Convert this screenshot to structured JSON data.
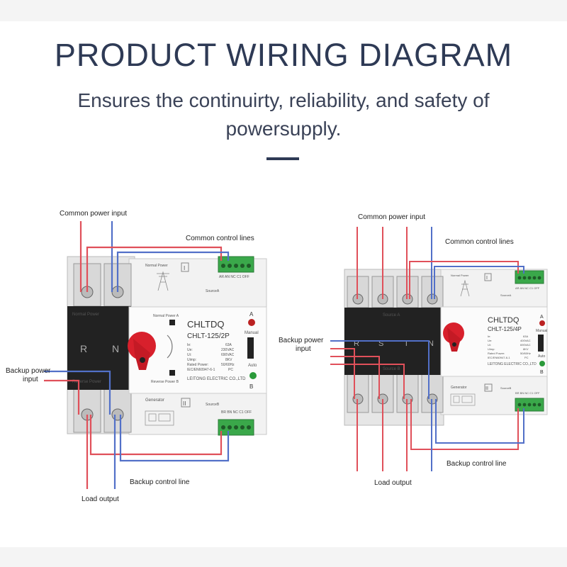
{
  "header": {
    "title": "PRODUCT WIRING DIAGRAM",
    "subtitle": "Ensures the continuirty, reliability, and safety of powersupply."
  },
  "colors": {
    "title": "#2e3a55",
    "red_wire": "#e0505a",
    "blue_wire": "#5270c8",
    "terminal_green": "#3aa84a",
    "body_dark": "#222222",
    "knob": "#d8202c"
  },
  "left_device": {
    "callouts": {
      "common_power_input": "Common power input",
      "common_control_lines": "Common control lines",
      "backup_power_input": "Backup power input",
      "backup_control_line": "Backup control line",
      "load_output": "Load output"
    },
    "panel": {
      "normal_power": "Normal Power",
      "reverse_power": "Reverse Power",
      "pole_r": "R",
      "pole_n": "N",
      "brand": "CHLTDQ",
      "model": "CHLT-125/2P",
      "specs": [
        "Ie:",
        "Ue:",
        "Ui:",
        "Uimp:",
        "Rated Power:",
        "IEC/EN60947-6-1"
      ],
      "spec_values": [
        "63A",
        "230VAC",
        "690VAC",
        "8KV",
        "50/60Hz",
        "PC"
      ],
      "maker": "LEITONG ELECTRIC CO.,LTD",
      "ind_a": "A",
      "ind_b": "B",
      "manual": "Manual",
      "auto": "Auto",
      "normal_power_a": "Normal Power A",
      "reverse_power_b": "Reverse Power B",
      "normal_power_top": "Normal Power",
      "roman_1": "I",
      "roman_2": "II",
      "source_a": "SourceA",
      "source_b": "SourceB",
      "generator": "Generator",
      "terminals_top": "AR AN NC C1 OFF",
      "terminals_bottom": "BR BN NC C1 OFF"
    }
  },
  "right_device": {
    "callouts": {
      "common_power_input": "Common power input",
      "common_control_lines": "Common control lines",
      "backup_power_input": "Backup power input",
      "backup_control_line": "Backup control line",
      "load_output": "Load output"
    },
    "panel": {
      "source_a": "Source A",
      "source_b": "Source B",
      "pole_r": "R",
      "pole_s": "S",
      "pole_t": "T",
      "pole_n": "N",
      "brand": "CHLTDQ",
      "model": "CHLT-125/4P",
      "specs": [
        "Ie:",
        "Ue:",
        "Ui:",
        "Uimp:",
        "Rated Power:",
        "IEC/EN60947-6-1"
      ],
      "spec_values": [
        "63A",
        "400VAC",
        "690VAC",
        "8KV",
        "50/60Hz",
        "PC"
      ],
      "maker": "LEITONG ELECTRIC CO.,LTD",
      "ind_a": "A",
      "ind_b": "B",
      "manual": "Manual",
      "auto": "Auto",
      "normal_power_top": "Normal Power",
      "roman_1": "I",
      "roman_2": "II",
      "source_a_small": "SourceA",
      "source_b_small": "SourceB",
      "generator": "Generator",
      "terminals_top": "AR AN NC C1 OFF",
      "terminals_bottom": "BR BN NC C1 OFF"
    }
  }
}
